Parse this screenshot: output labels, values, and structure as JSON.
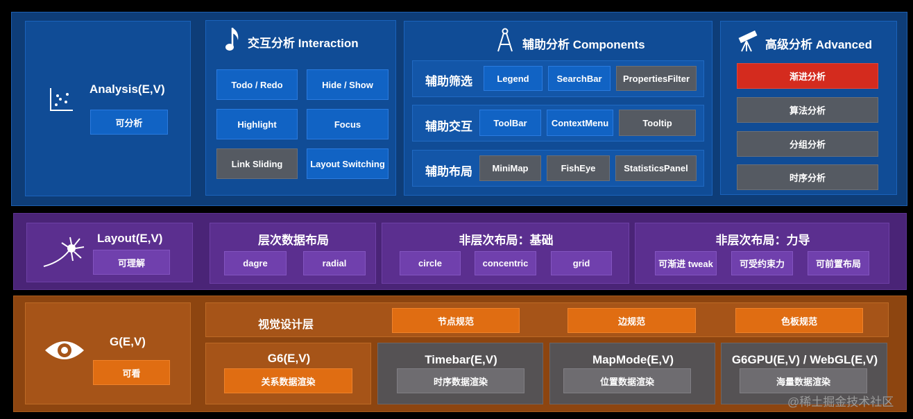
{
  "analysis": {
    "title": "Analysis(E,V)",
    "sub": "可分析",
    "interaction": {
      "title": "交互分析 Interaction",
      "buttons": [
        "Todo / Redo",
        "Hide / Show",
        "Highlight",
        "Focus",
        "Link Sliding",
        "Layout Switching"
      ]
    },
    "components": {
      "title": "辅助分析 Components",
      "rows": [
        {
          "label": "辅助筛选",
          "items": [
            "Legend",
            "SearchBar",
            "PropertiesFilter"
          ]
        },
        {
          "label": "辅助交互",
          "items": [
            "ToolBar",
            "ContextMenu",
            "Tooltip"
          ]
        },
        {
          "label": "辅助布局",
          "items": [
            "MiniMap",
            "FishEye",
            "StatisticsPanel"
          ]
        }
      ]
    },
    "advanced": {
      "title": "高级分析 Advanced",
      "items": [
        "渐进分析",
        "算法分析",
        "分组分析",
        "时序分析"
      ]
    }
  },
  "layout": {
    "title": "Layout(E,V)",
    "sub": "可理解",
    "hier": {
      "title": "层次数据布局",
      "items": [
        "dagre",
        "radial"
      ]
    },
    "basic": {
      "title": "非层次布局：基础",
      "items": [
        "circle",
        "concentric",
        "grid"
      ]
    },
    "force": {
      "title": "非层次布局：力导",
      "items": [
        "可渐进 tweak",
        "可受约束力",
        "可前置布局"
      ]
    }
  },
  "g": {
    "title": "G(E,V)",
    "sub": "可看",
    "design": {
      "title": "视觉设计层",
      "items": [
        "节点规范",
        "边规范",
        "色板规范"
      ]
    },
    "renderers": [
      {
        "title": "G6(E,V)",
        "sub": "关系数据渲染"
      },
      {
        "title": "Timebar(E,V)",
        "sub": "时序数据渲染"
      },
      {
        "title": "MapMode(E,V)",
        "sub": "位置数据渲染"
      },
      {
        "title": "G6GPU(E,V) / WebGL(E,V)",
        "sub": "海量数据渲染"
      }
    ]
  },
  "watermark": "@稀土掘金技术社区",
  "colors": {
    "analysis_bg": "#0e3d78",
    "layout_bg": "#4a2477",
    "g_bg": "#8d4510",
    "highlight_red": "#d42b1e"
  },
  "icons": [
    "scatter-plot-icon",
    "music-note-icon",
    "compass-icon",
    "telescope-icon",
    "neuron-icon",
    "eye-icon"
  ]
}
